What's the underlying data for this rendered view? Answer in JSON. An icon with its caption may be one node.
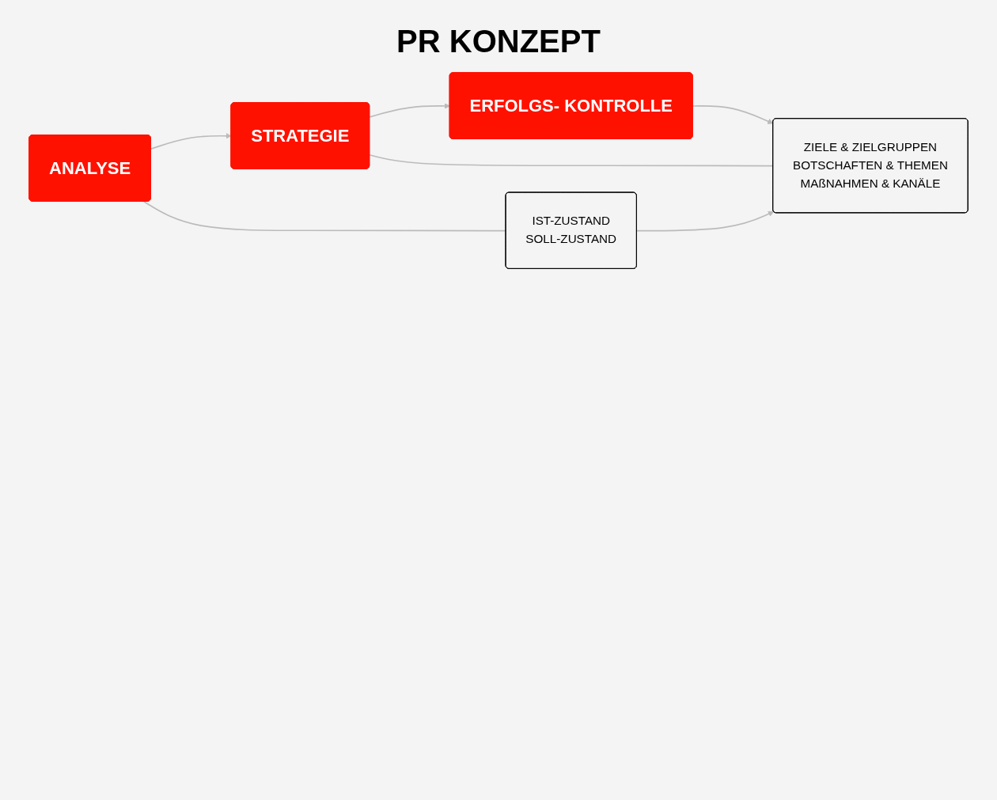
{
  "diagram": {
    "title": "PR KONZEPT",
    "nodes": [
      {
        "text": [
          "ANALYSE"
        ]
      },
      {
        "text": [
          "STRATEGIE"
        ]
      },
      {
        "text": [
          "ERFOLGS- KONTROLLE"
        ]
      },
      {
        "text": [
          "IST-ZUSTAND",
          "SOLL-ZUSTAND"
        ]
      },
      {
        "text": [
          "ZIELE & ZIELGRUPPEN",
          "BOTSCHAFTEN & THEMEN",
          "MAßNAHMEN & KANÄLE"
        ]
      }
    ],
    "edges": [
      {
        "from": 0,
        "to": 1,
        "arrow": "to"
      },
      {
        "from": 1,
        "to": 2,
        "arrow": "to"
      },
      {
        "from": 0,
        "to": 3,
        "arrow": "none"
      },
      {
        "from": 1,
        "to": 4,
        "arrow": "none"
      },
      {
        "from": 3,
        "to": 4,
        "arrow": "to"
      },
      {
        "from": 2,
        "to": 4,
        "arrow": "to"
      }
    ]
  }
}
